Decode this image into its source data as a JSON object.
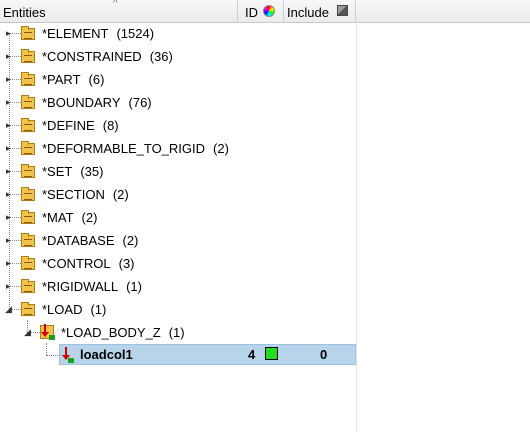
{
  "header": {
    "entities": "Entities",
    "id": "ID",
    "include": "Include",
    "sort_arrow": "^"
  },
  "tree": {
    "groups": [
      {
        "label": "*ELEMENT",
        "count": "(1524)"
      },
      {
        "label": "*CONSTRAINED",
        "count": "(36)"
      },
      {
        "label": "*PART",
        "count": "(6)"
      },
      {
        "label": "*BOUNDARY",
        "count": "(76)"
      },
      {
        "label": "*DEFINE",
        "count": "(8)"
      },
      {
        "label": "*DEFORMABLE_TO_RIGID",
        "count": "(2)"
      },
      {
        "label": "*SET",
        "count": "(35)"
      },
      {
        "label": "*SECTION",
        "count": "(2)"
      },
      {
        "label": "*MAT",
        "count": "(2)"
      },
      {
        "label": "*DATABASE",
        "count": "(2)"
      },
      {
        "label": "*CONTROL",
        "count": "(3)"
      },
      {
        "label": "*RIGIDWALL",
        "count": "(1)"
      },
      {
        "label": "*LOAD",
        "count": "(1)"
      }
    ],
    "sub": {
      "label": "*LOAD_BODY_Z",
      "count": "(1)"
    },
    "leaf": {
      "label": "loadcol1",
      "id": "4",
      "include": "0",
      "color": "#22dd22"
    }
  },
  "icons": {
    "folder": "keyword-folder-icon",
    "load": "load-icon",
    "leaf": "load-vector-icon",
    "id_color": "color-wheel-icon",
    "include": "include-cube-icon"
  }
}
